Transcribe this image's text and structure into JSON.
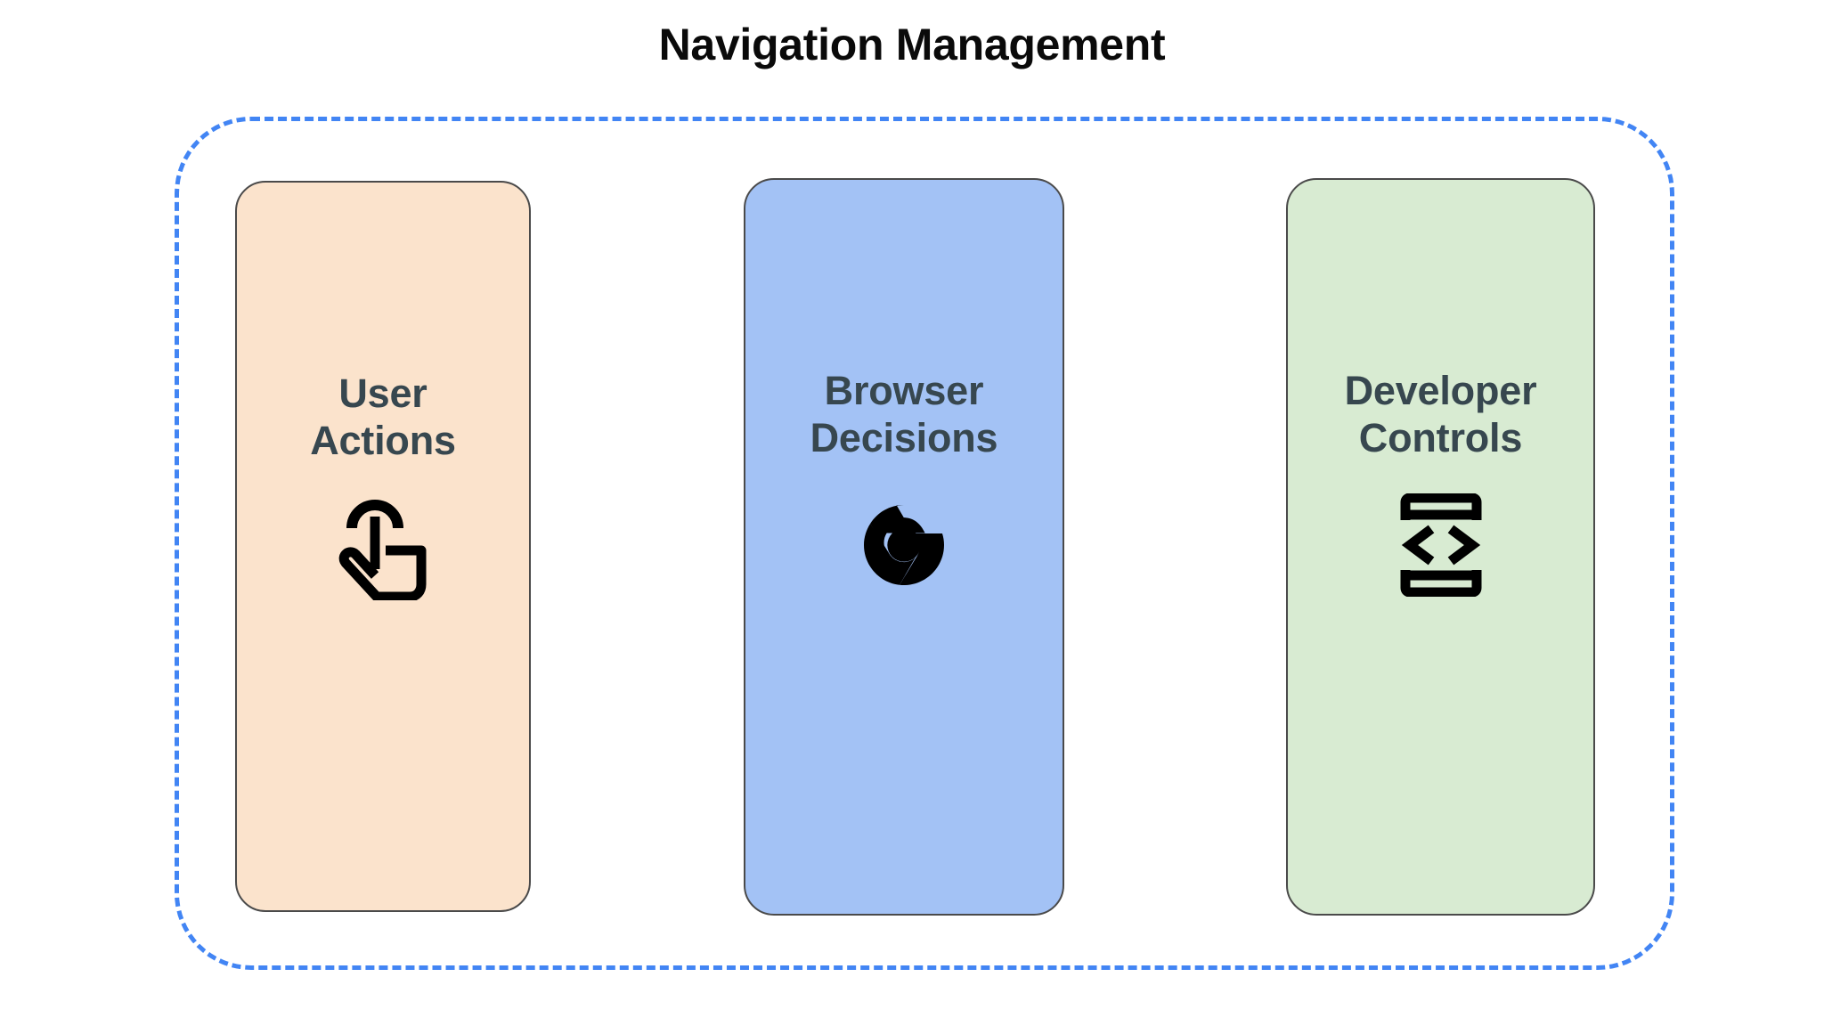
{
  "page": {
    "title": "Navigation Management",
    "background_color": "#ffffff",
    "title_color": "#0a0a0a"
  },
  "container": {
    "name": "navigation-management-group",
    "border_style": "dashed",
    "border_color": "#4285f4"
  },
  "cards": [
    {
      "id": "user-actions",
      "label": "User\nActions",
      "label_color": "#37474f",
      "background_color": "#fbe3cc",
      "border_color": "#4a4a4a",
      "icon": "tap-gesture-icon"
    },
    {
      "id": "browser-decisions",
      "label": "Browser\nDecisions",
      "label_color": "#37474f",
      "background_color": "#a3c2f5",
      "border_color": "#4a4a4a",
      "icon": "chrome-browser-icon"
    },
    {
      "id": "developer-controls",
      "label": "Developer\nControls",
      "label_color": "#37474f",
      "background_color": "#d8ebd2",
      "border_color": "#4a4a4a",
      "icon": "developer-mode-code-icon"
    }
  ]
}
